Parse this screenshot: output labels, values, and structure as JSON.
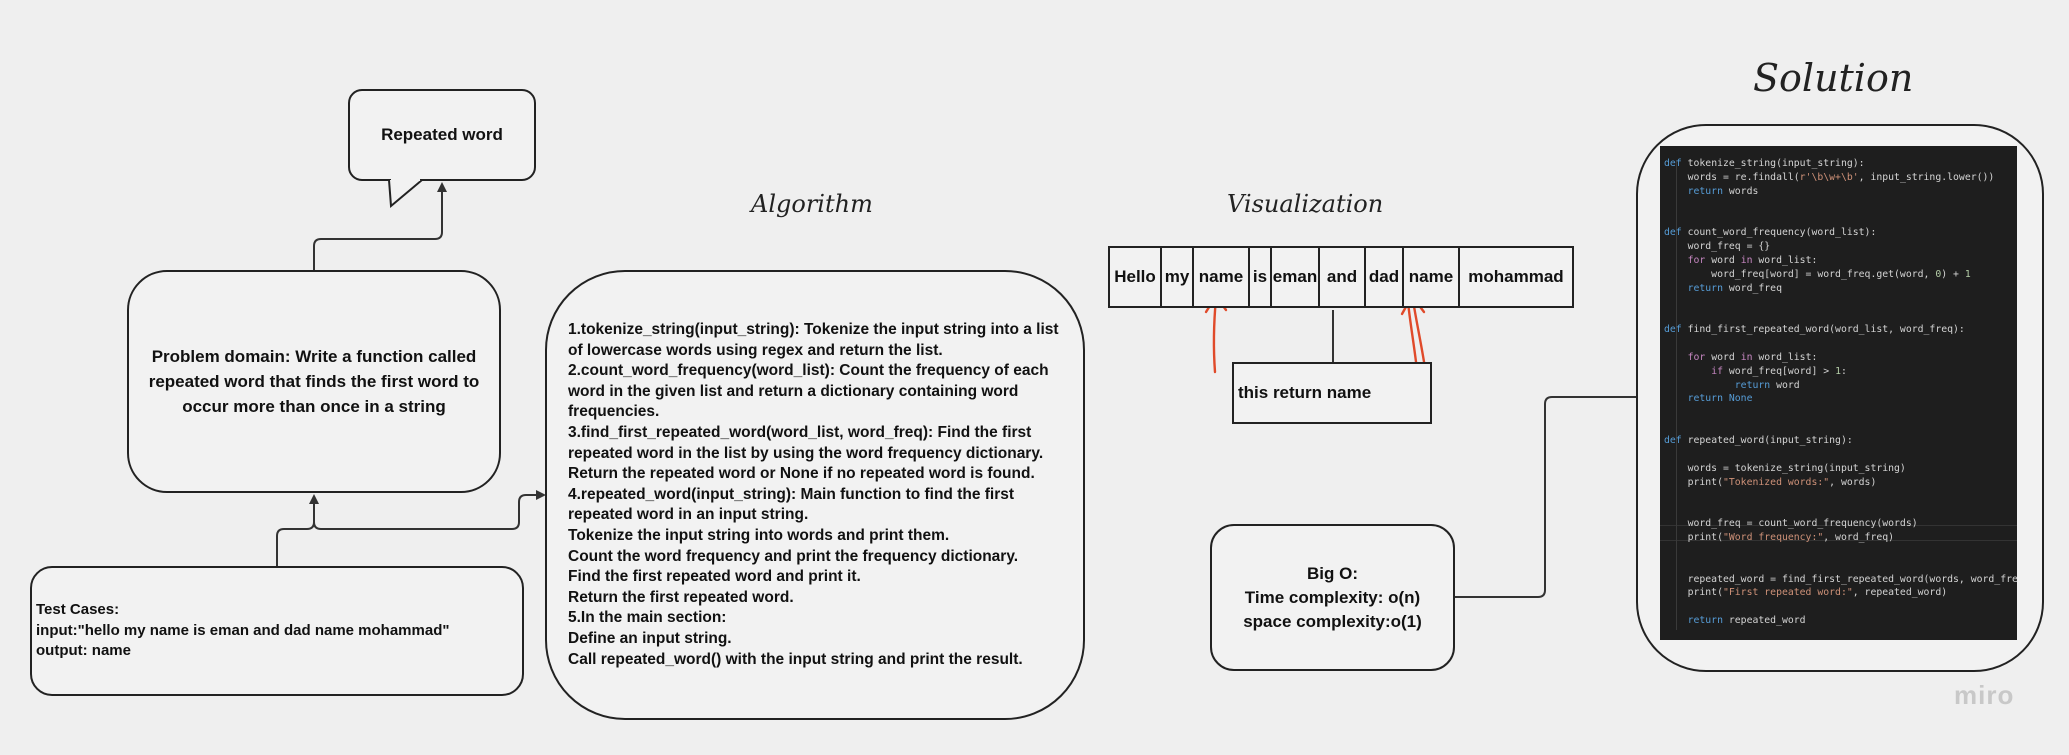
{
  "titles": {
    "algorithm": "Algorithm",
    "visualization": "Visualization",
    "solution": "Solution"
  },
  "speech_bubble": {
    "text": "Repeated word"
  },
  "problem_domain": {
    "text": "Problem domain: Write a function called repeated word that finds the first word to occur more than once in a string"
  },
  "test_cases": {
    "lines": [
      "Test Cases:",
      "input:\"hello my name is eman and dad name mohammad\"",
      "output: name"
    ]
  },
  "algorithm": {
    "lines": [
      "1.tokenize_string(input_string): Tokenize the input string into a list of lowercase words using regex and return the list.",
      "2.count_word_frequency(word_list): Count the frequency of each word in the given list and return a dictionary containing word frequencies.",
      "3.find_first_repeated_word(word_list, word_freq): Find the first repeated word in the list by using the word frequency dictionary.",
      "Return the repeated word or None if no repeated word is found.",
      "4.repeated_word(input_string): Main function to find the first repeated word in an input string.",
      "Tokenize the input string into words and print them.",
      "Count the word frequency and print the frequency dictionary.",
      "Find the first repeated word and print it.",
      "Return the first repeated word.",
      "5.In the main section:",
      "Define an input string.",
      "Call repeated_word() with the input string and print the result."
    ]
  },
  "visualization": {
    "words": [
      "Hello",
      "my",
      "name",
      "is",
      "eman",
      "and",
      "dad",
      "name",
      "mohammad"
    ],
    "return_label": "this return name",
    "arrow_color": "#e04a2a"
  },
  "big_o": {
    "title": "Big O:",
    "time": "Time complexity: o(n)",
    "space": "space complexity:o(1)"
  },
  "code": {
    "lines": [
      "def tokenize_string(input_string):",
      "    words = re.findall(r'\\b\\w+\\b', input_string.lower())",
      "    return words",
      "",
      "",
      "def count_word_frequency(word_list):",
      "    word_freq = {}",
      "    for word in word_list:",
      "        word_freq[word] = word_freq.get(word, 0) + 1",
      "    return word_freq",
      "",
      "",
      "def find_first_repeated_word(word_list, word_freq):",
      "",
      "    for word in word_list:",
      "        if word_freq[word] > 1:",
      "            return word",
      "    return None",
      "",
      "",
      "def repeated_word(input_string):",
      "",
      "    words = tokenize_string(input_string)",
      "    print(\"Tokenized words:\", words)",
      "",
      "",
      "    word_freq = count_word_frequency(words)",
      "    print(\"Word frequency:\", word_freq)",
      "",
      "",
      "    repeated_word = find_first_repeated_word(words, word_freq)",
      "    print(\"First repeated word:\", repeated_word)",
      "",
      "    return repeated_word"
    ]
  },
  "watermark": "miro"
}
